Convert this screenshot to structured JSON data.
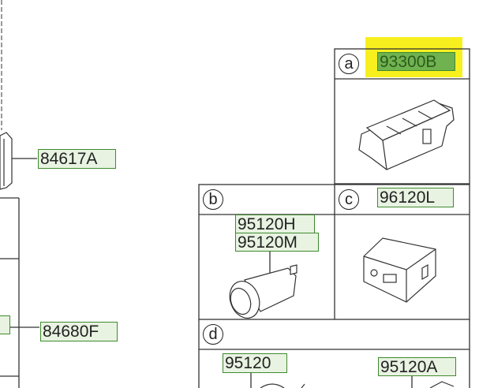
{
  "callouts": {
    "a": "a",
    "b": "b",
    "c": "c",
    "d": "d"
  },
  "parts": {
    "p93300B": "93300B",
    "p96120L": "96120L",
    "p95120H": "95120H",
    "p95120M": "95120M",
    "p95120": "95120",
    "p95120A": "95120A",
    "p84617A": "84617A",
    "p84680F": "84680F"
  },
  "colors": {
    "highlight": "#f7f01e",
    "label_fill": "#e8f3e2",
    "label_selected_fill": "#6fb24f",
    "label_border": "#3f8a2e"
  }
}
